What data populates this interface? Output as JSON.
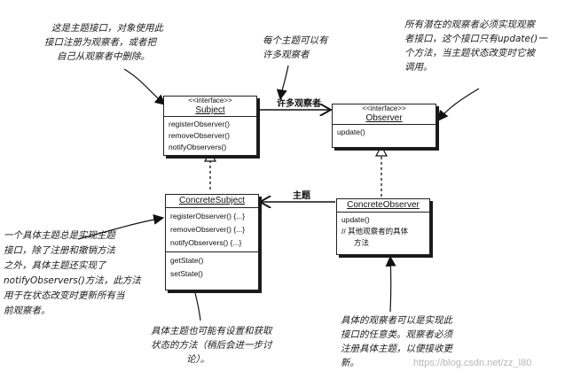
{
  "subject": {
    "stereotype": "<<interface>>",
    "name": "Subject",
    "methods": [
      "registerObserver()",
      "removeObserver()",
      "notifyObservers()"
    ]
  },
  "observer": {
    "stereotype": "<<interface>>",
    "name": "Observer",
    "methods": [
      "update()"
    ]
  },
  "concrete_subject": {
    "name": "ConcreteSubject",
    "methods": [
      "registerObserver() {...}",
      "removeObserver() {...}",
      "notifyObservers() {...}"
    ],
    "extra_methods": [
      "getState()",
      "setState()"
    ]
  },
  "concrete_observer": {
    "name": "ConcreteObserver",
    "methods": [
      "update()",
      "// 其他观察者的具体",
      "方法"
    ]
  },
  "relations": {
    "many_observers": "许多观察者",
    "subject": "主题"
  },
  "notes": {
    "subject_interface": [
      "这是主题接口，对象使用此",
      "接口注册为观察者，或者把",
      "自己从观察者中删除。"
    ],
    "each_subject": [
      "每个主题可以有",
      "许多观察者"
    ],
    "observer_interface": [
      "所有潜在的观察者必须实现观察",
      "者接口，这个接口只有update()一",
      "个方法，当主题状态改变时它被",
      "调用。"
    ],
    "concrete_subject": [
      "一个具体主题总是实现主题",
      "接口，除了注册和撤销方法",
      "之外，具体主题还实现了",
      "notifyObservers()方法，此方法",
      "用于在状态改变时更新所有当",
      "前观察者。"
    ],
    "state_methods": [
      "具体主题也可能有设置和获取",
      "状态的方法（稍后会进一步讨",
      "论）。"
    ],
    "concrete_observer": [
      "具体的观察者可以是实现此",
      "接口的任意类。观察者必须",
      "注册具体主题，以便接收更",
      "新。"
    ]
  },
  "watermark": "https://blog.csdn.net/zz_l80"
}
